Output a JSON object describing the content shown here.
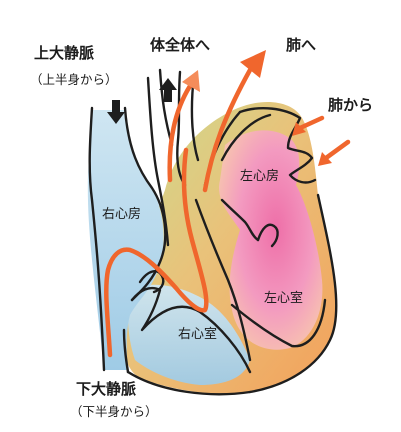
{
  "labels": {
    "superior_vena_cava": "上大静脈",
    "superior_vena_cava_note": "（上半身から）",
    "to_body": "体全体へ",
    "to_lungs": "肺へ",
    "from_lungs": "肺から",
    "left_atrium": "左心房",
    "right_atrium": "右心房",
    "left_ventricle": "左心室",
    "right_ventricle": "右心室",
    "inferior_vena_cava": "下大静脈",
    "inferior_vena_cava_note": "（下半身から）"
  },
  "colors": {
    "venous_blue": "#a9cfe6",
    "arterial_pink": "#ef7fb0",
    "muscle_orange": "#f1a35a",
    "muscle_green": "#c9d98a",
    "flow_arrow": "#f0662d",
    "outline": "#1e1e1e"
  },
  "icons": {
    "down_arrow": "black-down-arrow-icon",
    "up_arrow": "black-up-arrow-icon"
  }
}
